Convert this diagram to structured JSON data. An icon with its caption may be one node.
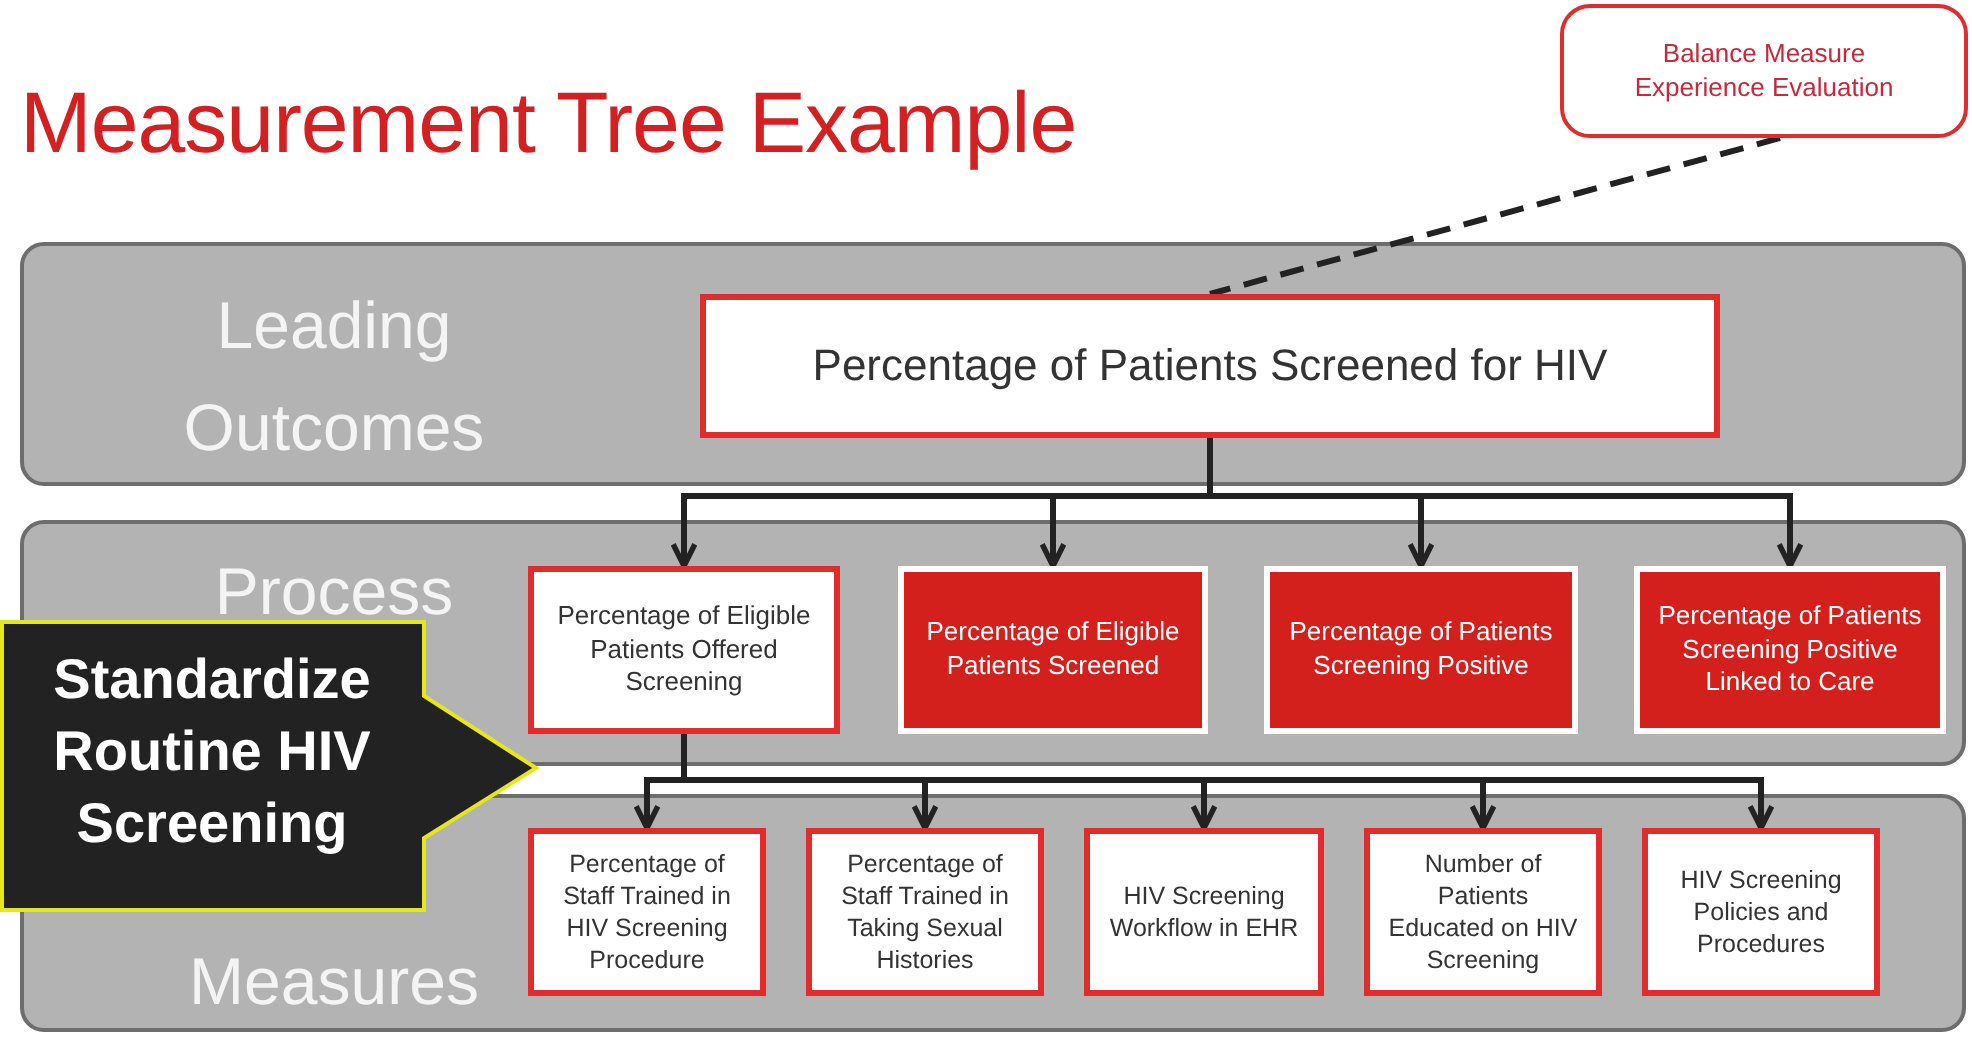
{
  "diagram": {
    "title": "Measurement Tree Example",
    "nodes": [
      {
        "text": [
          "Balance Measure Experience Evaluation"
        ]
      },
      {
        "text": [
          "Leading Outcomes"
        ]
      },
      {
        "text": [
          "Percentage of Patients Screened for HIV"
        ],
        "in": 1
      },
      {
        "text": [
          "Process"
        ]
      },
      {
        "text": [
          "Percentage of Eligible Patients Offered Screening"
        ],
        "in": 3
      },
      {
        "text": [
          "Percentage of Eligible Patients Screened"
        ],
        "in": 3
      },
      {
        "text": [
          "Percentage of Patients Screening Positive"
        ],
        "in": 3
      },
      {
        "text": [
          "Percentage of Patients Screening Positive Linked to Care"
        ],
        "in": 3
      },
      {
        "text": [
          "Measures"
        ]
      },
      {
        "text": [
          "Percentage of Staff Trained in HIV Screening Procedure"
        ],
        "in": 8
      },
      {
        "text": [
          "Percentage of Staff Trained in Taking Sexual Histories"
        ],
        "in": 8
      },
      {
        "text": [
          "HIV Screening Workflow in EHR"
        ],
        "in": 8
      },
      {
        "text": [
          "Number of Patients Educated on HIV Screening"
        ],
        "in": 8
      },
      {
        "text": [
          "HIV Screening Policies and Procedures"
        ],
        "in": 8
      },
      {
        "text": [
          "Standardize Routine HIV Screening"
        ]
      }
    ],
    "edges": [
      {
        "from": 0,
        "to": 2,
        "arrow": "none",
        "style": "dashed"
      },
      {
        "from": 2,
        "to": 4,
        "arrow": "to"
      },
      {
        "from": 2,
        "to": 5,
        "arrow": "to"
      },
      {
        "from": 2,
        "to": 6,
        "arrow": "to"
      },
      {
        "from": 2,
        "to": 7,
        "arrow": "to"
      },
      {
        "from": 4,
        "to": 9,
        "arrow": "to"
      },
      {
        "from": 4,
        "to": 10,
        "arrow": "to"
      },
      {
        "from": 4,
        "to": 11,
        "arrow": "to"
      },
      {
        "from": 4,
        "to": 12,
        "arrow": "to"
      },
      {
        "from": 4,
        "to": 13,
        "arrow": "to"
      }
    ]
  }
}
